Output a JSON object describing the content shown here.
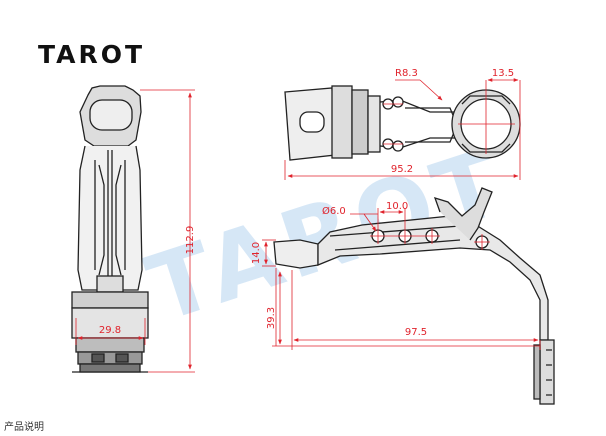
{
  "brand": {
    "logo_text": "TAROT",
    "watermark_text": "TAROT"
  },
  "colors": {
    "dimension": "#e0232c",
    "drawing": "#222222",
    "watermark": "#cfe3f5"
  },
  "dimensions": {
    "height_total": "112.9",
    "base_width": "29.8",
    "radius": "R8.3",
    "tube_offset": "13.5",
    "top_length": "95.2",
    "hole_diameter": "Ø6.0",
    "hole_spacing": "10.0",
    "arm_height": "14.0",
    "drop_height": "39.3",
    "reach_length": "97.5"
  },
  "footer_note": "产品说明"
}
